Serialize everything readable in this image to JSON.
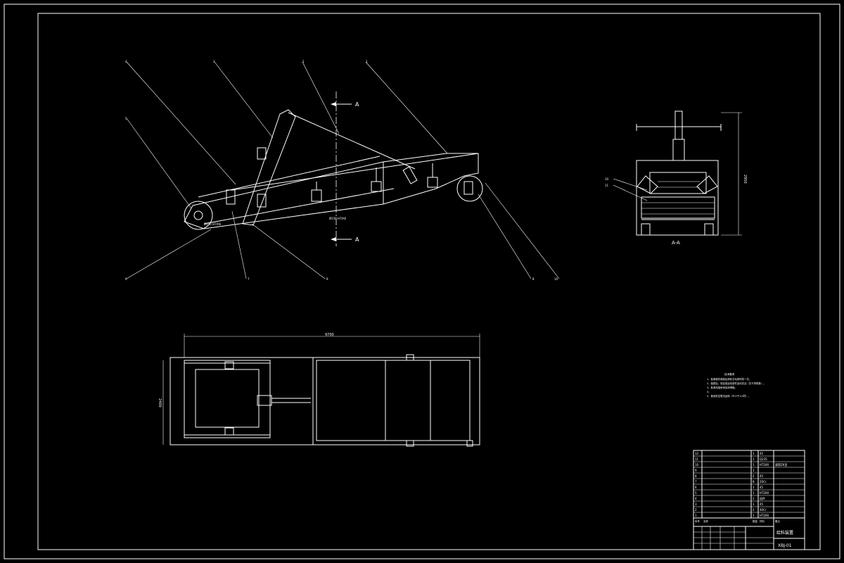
{
  "side_view": {
    "part_labels": [
      "1",
      "2",
      "3",
      "4",
      "5",
      "6",
      "7",
      "8",
      "9",
      "10"
    ],
    "section_label": "A",
    "dim_bottom": "Ø250 H7/h6",
    "dim_shaft": "Ø150 H7/h6"
  },
  "section_view": {
    "title": "A-A",
    "labels": [
      "10",
      "11"
    ],
    "height_dim": "2950"
  },
  "plan_view": {
    "length_dim": "9700",
    "width_dim": "2400"
  },
  "tech_requirements": {
    "title": "技术要求",
    "items": [
      "1、各铸造件铸造后清砂去毛刺时效一次。",
      "2、装配后，保证各运动部件运动灵活（无卡滞现象）。",
      "3、各滚动轴承添加润滑脂。",
      "4、",
      "5、使用前空载试运转（不少于1小时）。"
    ]
  },
  "bom": {
    "rows": [
      [
        "12",
        "",
        "1",
        "45",
        ""
      ],
      [
        "11",
        "",
        "1",
        "Q235",
        ""
      ],
      [
        "10",
        "",
        "1",
        "HT200",
        "滚筒ZK型"
      ],
      [
        "9",
        "",
        "1",
        "",
        ""
      ],
      [
        "8",
        "",
        "2",
        "45",
        ""
      ],
      [
        "7",
        "",
        "8",
        "20Cr",
        ""
      ],
      [
        "6",
        "",
        "1",
        "45",
        ""
      ],
      [
        "5",
        "",
        "1",
        "HT200",
        ""
      ],
      [
        "4",
        "",
        "2",
        "组件",
        ""
      ],
      [
        "3",
        "",
        "1",
        "45",
        ""
      ],
      [
        "2",
        "",
        "2",
        "40Cr",
        ""
      ],
      [
        "1",
        "",
        "1",
        "HT200",
        ""
      ]
    ],
    "header": [
      "序号",
      "名称",
      "数量",
      "材料",
      "备注"
    ]
  },
  "title_block": {
    "drawing_title": "给料装置",
    "drawing_number": "XBJ-01"
  }
}
